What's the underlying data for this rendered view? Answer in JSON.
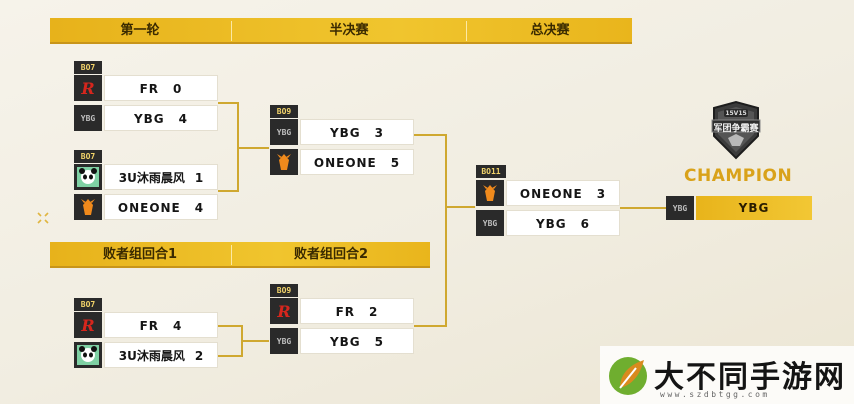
{
  "headers": {
    "round1": "第一轮",
    "semis": "半决赛",
    "finals": "总决赛",
    "losers1": "败者组回合1",
    "losers2": "败者组回合2"
  },
  "matches": {
    "r1a": {
      "format": "BO7",
      "teams": [
        {
          "name": "FR",
          "score": "0",
          "logo": "fr-logo"
        },
        {
          "name": "YBG",
          "score": "4",
          "logo": "ybg-logo"
        }
      ]
    },
    "r1b": {
      "format": "BO7",
      "teams": [
        {
          "name": "3U沐雨晨风",
          "score": "1",
          "logo": "panda-logo"
        },
        {
          "name": "ONEONE",
          "score": "4",
          "logo": "oneone-logo"
        }
      ]
    },
    "semi": {
      "format": "BO9",
      "teams": [
        {
          "name": "YBG",
          "score": "3",
          "logo": "ybg-logo"
        },
        {
          "name": "ONEONE",
          "score": "5",
          "logo": "oneone-logo"
        }
      ]
    },
    "final": {
      "format": "BO11",
      "teams": [
        {
          "name": "ONEONE",
          "score": "3",
          "logo": "oneone-logo"
        },
        {
          "name": "YBG",
          "score": "6",
          "logo": "ybg-logo"
        }
      ]
    },
    "l1": {
      "format": "BO7",
      "teams": [
        {
          "name": "FR",
          "score": "4",
          "logo": "fr-logo"
        },
        {
          "name": "3U沐雨晨风",
          "score": "2",
          "logo": "panda-logo"
        }
      ]
    },
    "l2": {
      "format": "BO9",
      "teams": [
        {
          "name": "FR",
          "score": "2",
          "logo": "fr-logo"
        },
        {
          "name": "YBG",
          "score": "5",
          "logo": "ybg-logo"
        }
      ]
    }
  },
  "champion": {
    "title": "CHAMPION",
    "team": "YBG",
    "badge_top": "15V15",
    "badge_text": "军团争霸赛"
  },
  "logo_text": {
    "fr": "R",
    "ybg": "YBG"
  },
  "colors": {
    "gold": "#f0c52e",
    "dark": "#2a2a2a",
    "line": "#cfa830"
  },
  "watermark": {
    "title": "大不同手游网",
    "url": "www.szdbtgg.com"
  }
}
